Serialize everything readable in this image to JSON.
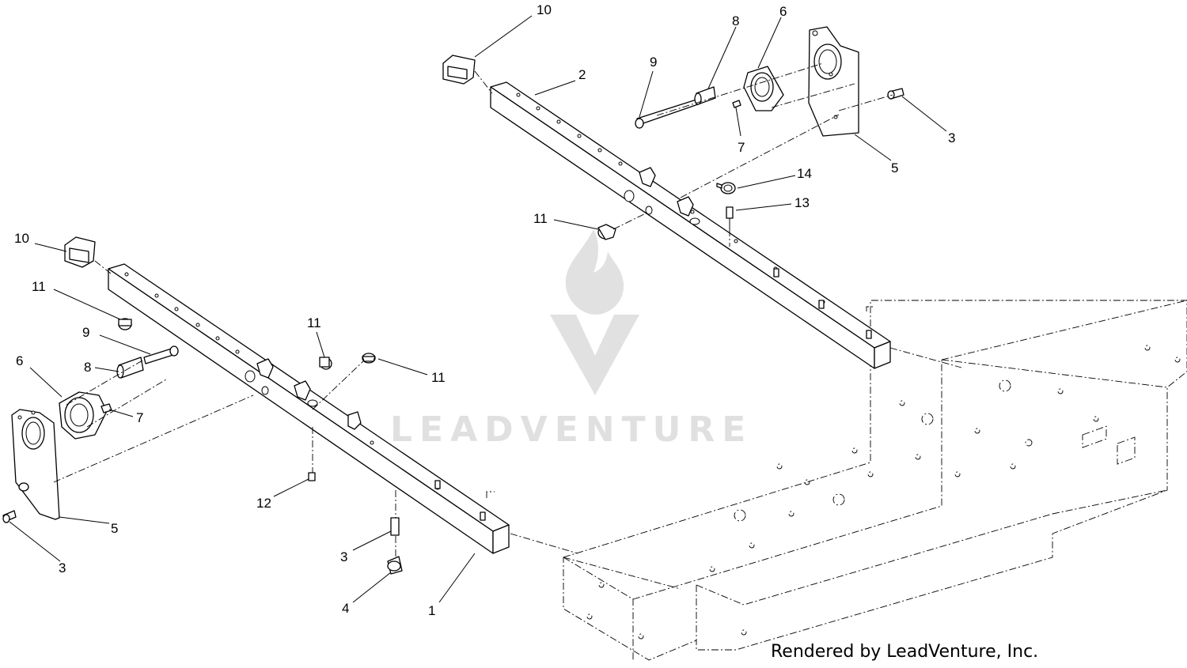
{
  "credit": "Rendered by LeadVenture, Inc.",
  "watermark": "LEADVENTURE",
  "callouts": {
    "rear_10": "10",
    "rear_2": "2",
    "rear_9": "9",
    "rear_8": "8",
    "rear_6": "6",
    "rear_7": "7",
    "rear_3": "3",
    "rear_5": "5",
    "rear_14": "14",
    "rear_13": "13",
    "rear_11": "11",
    "front_10": "10",
    "front_11_a": "11",
    "front_9": "9",
    "front_8": "8",
    "front_6": "6",
    "front_7": "7",
    "front_3_a": "3",
    "front_5": "5",
    "front_11_b": "11",
    "front_11_c": "11",
    "front_12": "12",
    "front_3_b": "3",
    "front_4": "4",
    "front_1": "1"
  }
}
